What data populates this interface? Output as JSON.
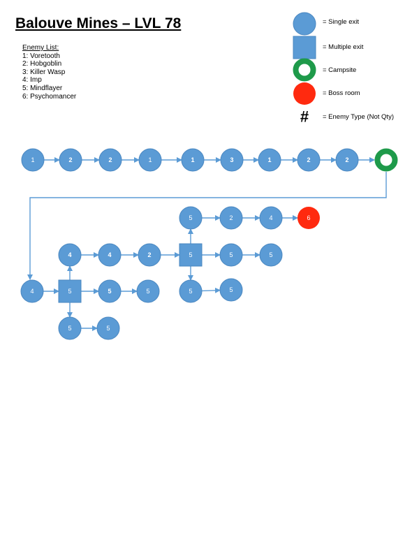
{
  "title": "Balouve Mines – LVL 78",
  "enemy_list": {
    "heading": "Enemy List:",
    "items": [
      "1: Voretooth",
      "2: Hobgoblin",
      "3: Killer Wasp",
      "4: Imp",
      "5: Mindflayer",
      "6: Psychomancer"
    ]
  },
  "legend": {
    "single_exit": "= Single exit",
    "multiple_exit": "= Multiple exit",
    "campsite": "= Campsite",
    "boss_room": "= Boss room",
    "enemy_type_symbol": "#",
    "enemy_type": "= Enemy Type (Not Qty)"
  },
  "colors": {
    "node": "#5b9bd5",
    "node_stroke": "#4a87c0",
    "campsite": "#1e9a4a",
    "boss": "#ff2a0f",
    "edge": "#5b9bd5"
  },
  "nodes": [
    {
      "id": "r1",
      "kind": "circle",
      "label": "1"
    },
    {
      "id": "r2",
      "kind": "circle",
      "label": "2",
      "bold": true
    },
    {
      "id": "r3",
      "kind": "circle",
      "label": "2",
      "bold": true
    },
    {
      "id": "r4",
      "kind": "circle",
      "label": "1"
    },
    {
      "id": "r5",
      "kind": "circle",
      "label": "1",
      "bold": true
    },
    {
      "id": "r6",
      "kind": "circle",
      "label": "3",
      "bold": true
    },
    {
      "id": "r7",
      "kind": "circle",
      "label": "1",
      "bold": true
    },
    {
      "id": "r8",
      "kind": "circle",
      "label": "2",
      "bold": true
    },
    {
      "id": "r9",
      "kind": "circle",
      "label": "2",
      "bold": true
    },
    {
      "id": "camp",
      "kind": "campsite",
      "label": ""
    },
    {
      "id": "b1",
      "kind": "circle",
      "label": "4"
    },
    {
      "id": "sq1",
      "kind": "square",
      "label": "5"
    },
    {
      "id": "a1",
      "kind": "circle",
      "label": "4",
      "bold": true
    },
    {
      "id": "a2",
      "kind": "circle",
      "label": "4",
      "bold": true
    },
    {
      "id": "a3",
      "kind": "circle",
      "label": "2",
      "bold": true
    },
    {
      "id": "sq2",
      "kind": "square",
      "label": "5"
    },
    {
      "id": "e1",
      "kind": "circle",
      "label": "5",
      "bold": true
    },
    {
      "id": "e2",
      "kind": "circle",
      "label": "5"
    },
    {
      "id": "d1",
      "kind": "circle",
      "label": "5"
    },
    {
      "id": "d2",
      "kind": "circle",
      "label": "5"
    },
    {
      "id": "u1",
      "kind": "circle",
      "label": "5"
    },
    {
      "id": "u2",
      "kind": "circle",
      "label": "2"
    },
    {
      "id": "u3",
      "kind": "circle",
      "label": "4"
    },
    {
      "id": "boss",
      "kind": "boss",
      "label": "6"
    },
    {
      "id": "s1",
      "kind": "circle",
      "label": "5"
    },
    {
      "id": "s2",
      "kind": "circle",
      "label": "5"
    },
    {
      "id": "t1",
      "kind": "circle",
      "label": "5"
    },
    {
      "id": "t2",
      "kind": "circle",
      "label": "5"
    }
  ],
  "edges": [
    [
      "r1",
      "r2"
    ],
    [
      "r2",
      "r3"
    ],
    [
      "r3",
      "r4"
    ],
    [
      "r4",
      "r5"
    ],
    [
      "r5",
      "r6"
    ],
    [
      "r6",
      "r7"
    ],
    [
      "r7",
      "r8"
    ],
    [
      "r8",
      "r9"
    ],
    [
      "r9",
      "camp"
    ],
    [
      "camp",
      "b1"
    ],
    [
      "b1",
      "sq1"
    ],
    [
      "sq1",
      "a1"
    ],
    [
      "sq1",
      "e1"
    ],
    [
      "sq1",
      "d1"
    ],
    [
      "e1",
      "e2"
    ],
    [
      "d1",
      "d2"
    ],
    [
      "a1",
      "a2"
    ],
    [
      "a2",
      "a3"
    ],
    [
      "a3",
      "sq2"
    ],
    [
      "sq2",
      "u1"
    ],
    [
      "sq2",
      "s1"
    ],
    [
      "sq2",
      "t1"
    ],
    [
      "u1",
      "u2"
    ],
    [
      "u2",
      "u3"
    ],
    [
      "u3",
      "boss"
    ],
    [
      "s1",
      "s2"
    ],
    [
      "t1",
      "t2"
    ]
  ]
}
